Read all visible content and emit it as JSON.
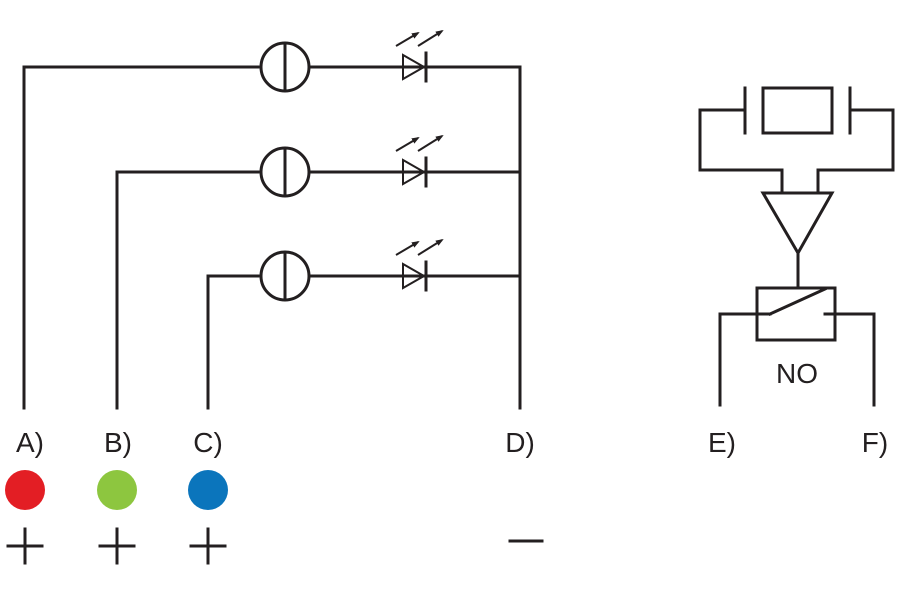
{
  "terminals": [
    {
      "id": "A",
      "label": "A)",
      "polarity": "+",
      "color": "#e31e24",
      "color_name": "red"
    },
    {
      "id": "B",
      "label": "B)",
      "polarity": "+",
      "color": "#8dc63f",
      "color_name": "green"
    },
    {
      "id": "C",
      "label": "C)",
      "polarity": "+",
      "color": "#0b75bc",
      "color_name": "blue"
    },
    {
      "id": "D",
      "label": "D)",
      "polarity": "−"
    },
    {
      "id": "E",
      "label": "E)"
    },
    {
      "id": "F",
      "label": "F)"
    }
  ],
  "contact": {
    "label": "NO"
  },
  "symbols": {
    "branch": [
      "lamp-symbol",
      "led-symbol"
    ],
    "sensor": [
      "piezo-crystal-symbol",
      "amplifier-triangle-symbol",
      "relay-switch-symbol"
    ]
  }
}
